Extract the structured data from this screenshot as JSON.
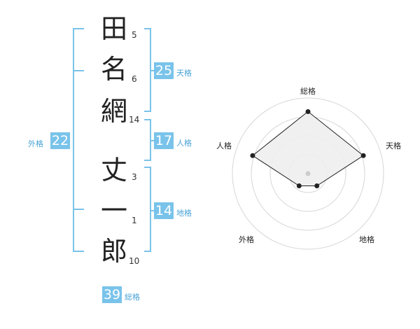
{
  "name": {
    "chars": [
      "田",
      "名",
      "網",
      "丈",
      "一",
      "郎"
    ],
    "strokes": [
      "5",
      "6",
      "14",
      "3",
      "1",
      "10"
    ]
  },
  "fortune": {
    "tenkaku": {
      "value": "25",
      "label": "天格"
    },
    "jinkaku": {
      "value": "17",
      "label": "人格"
    },
    "chikaku": {
      "value": "14",
      "label": "地格"
    },
    "gaikaku": {
      "value": "22",
      "label": "外格"
    },
    "soukaku": {
      "value": "39",
      "label": "総格"
    }
  },
  "radar": {
    "axes": [
      "総格",
      "天格",
      "地格",
      "外格",
      "人格"
    ],
    "levels": [
      0.82,
      0.77,
      0.2,
      0.2,
      0.77
    ],
    "colors": {
      "fill": "#eeeeee",
      "stroke": "#222222",
      "grid": "#d6d6d6"
    }
  }
}
